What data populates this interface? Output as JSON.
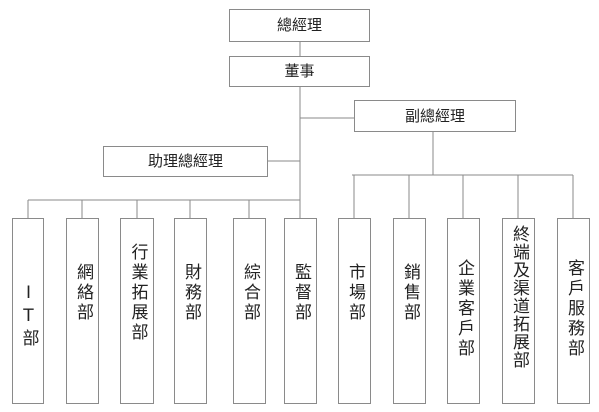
{
  "diagram": {
    "top": {
      "gm": "總經理",
      "board": "董事"
    },
    "branches": {
      "deputy_gm": "副總經理",
      "assistant_gm": "助理總經理"
    },
    "departments_left": [
      "IT部",
      "網絡部",
      "行業拓展部",
      "財務部",
      "綜合部",
      "監督部"
    ],
    "departments_right": [
      "市場部",
      "銷售部",
      "企業客戶部",
      "終端及渠道拓展部",
      "客戶服務部"
    ]
  },
  "colors": {
    "line": "#8a8a8a",
    "border": "#8a8a8a",
    "text": "#222222"
  }
}
